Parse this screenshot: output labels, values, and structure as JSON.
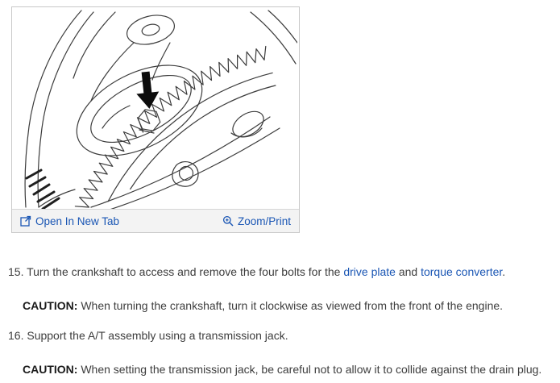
{
  "colors": {
    "link": "#1a56b4",
    "text": "#3d3d3d",
    "caution_label": "#1a1a1a",
    "footer_bg": "#f3f3f3",
    "panel_border": "#c8c8c8",
    "diagram_line": "#3c3c3c",
    "arrow_fill": "#0c0c0c"
  },
  "panel": {
    "footer": {
      "open_in_new_tab": "Open In New Tab",
      "zoom_print": "Zoom/Print"
    },
    "icons": {
      "open_in_new_tab": "open-in-new-tab-icon",
      "zoom": "zoom-magnifier-icon"
    },
    "image_description": "Line drawing of crankshaft access opening with black arrow pointing to drive plate bolt on ring gear"
  },
  "steps": {
    "s15": {
      "number": "15.",
      "seg1": "Turn the crankshaft to access and remove the four bolts for the ",
      "link1": "drive plate",
      "seg2": " and ",
      "link2": "torque converter",
      "seg3": ".",
      "caution_label": "CAUTION:",
      "caution_text": "When turning the crankshaft, turn it clockwise as viewed from the front of the engine."
    },
    "s16": {
      "number": "16.",
      "text": "Support the A/T assembly using a transmission jack.",
      "caution_label": "CAUTION:",
      "caution_text": "When setting the transmission jack, be careful not to allow it to collide against the drain plug."
    }
  }
}
